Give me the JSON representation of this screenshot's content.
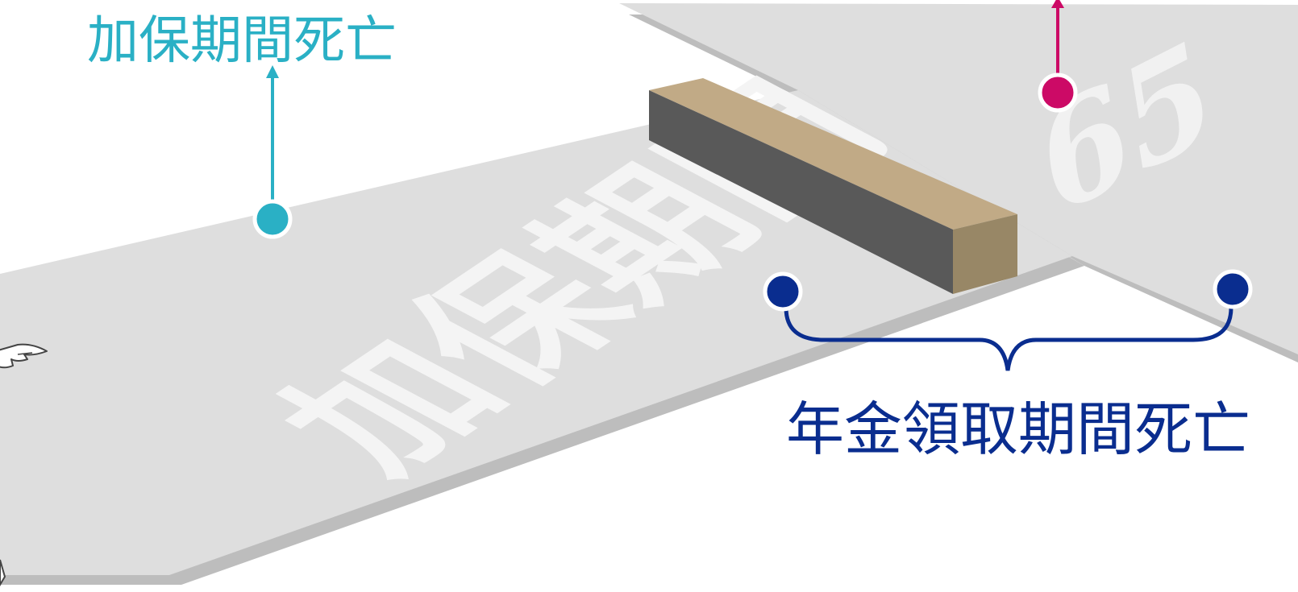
{
  "labels": {
    "accumulation_death": "加保期間死亡",
    "annuity_death": "年金領取期間死亡",
    "road_text": "加保期間",
    "age_marker": "65"
  },
  "colors": {
    "accumulation": "#2ab0c5",
    "annuity": "#0a2d8f",
    "top_marker": "#cc0a66",
    "road": "#dedede",
    "road_shadow": "#bdbdbd",
    "road_text": "#f4f4f4",
    "block_top": "#c1aa86",
    "block_front": "#595959",
    "block_end": "#988766"
  },
  "icons": {
    "pointing_hand": "pointing-hand-icon"
  }
}
